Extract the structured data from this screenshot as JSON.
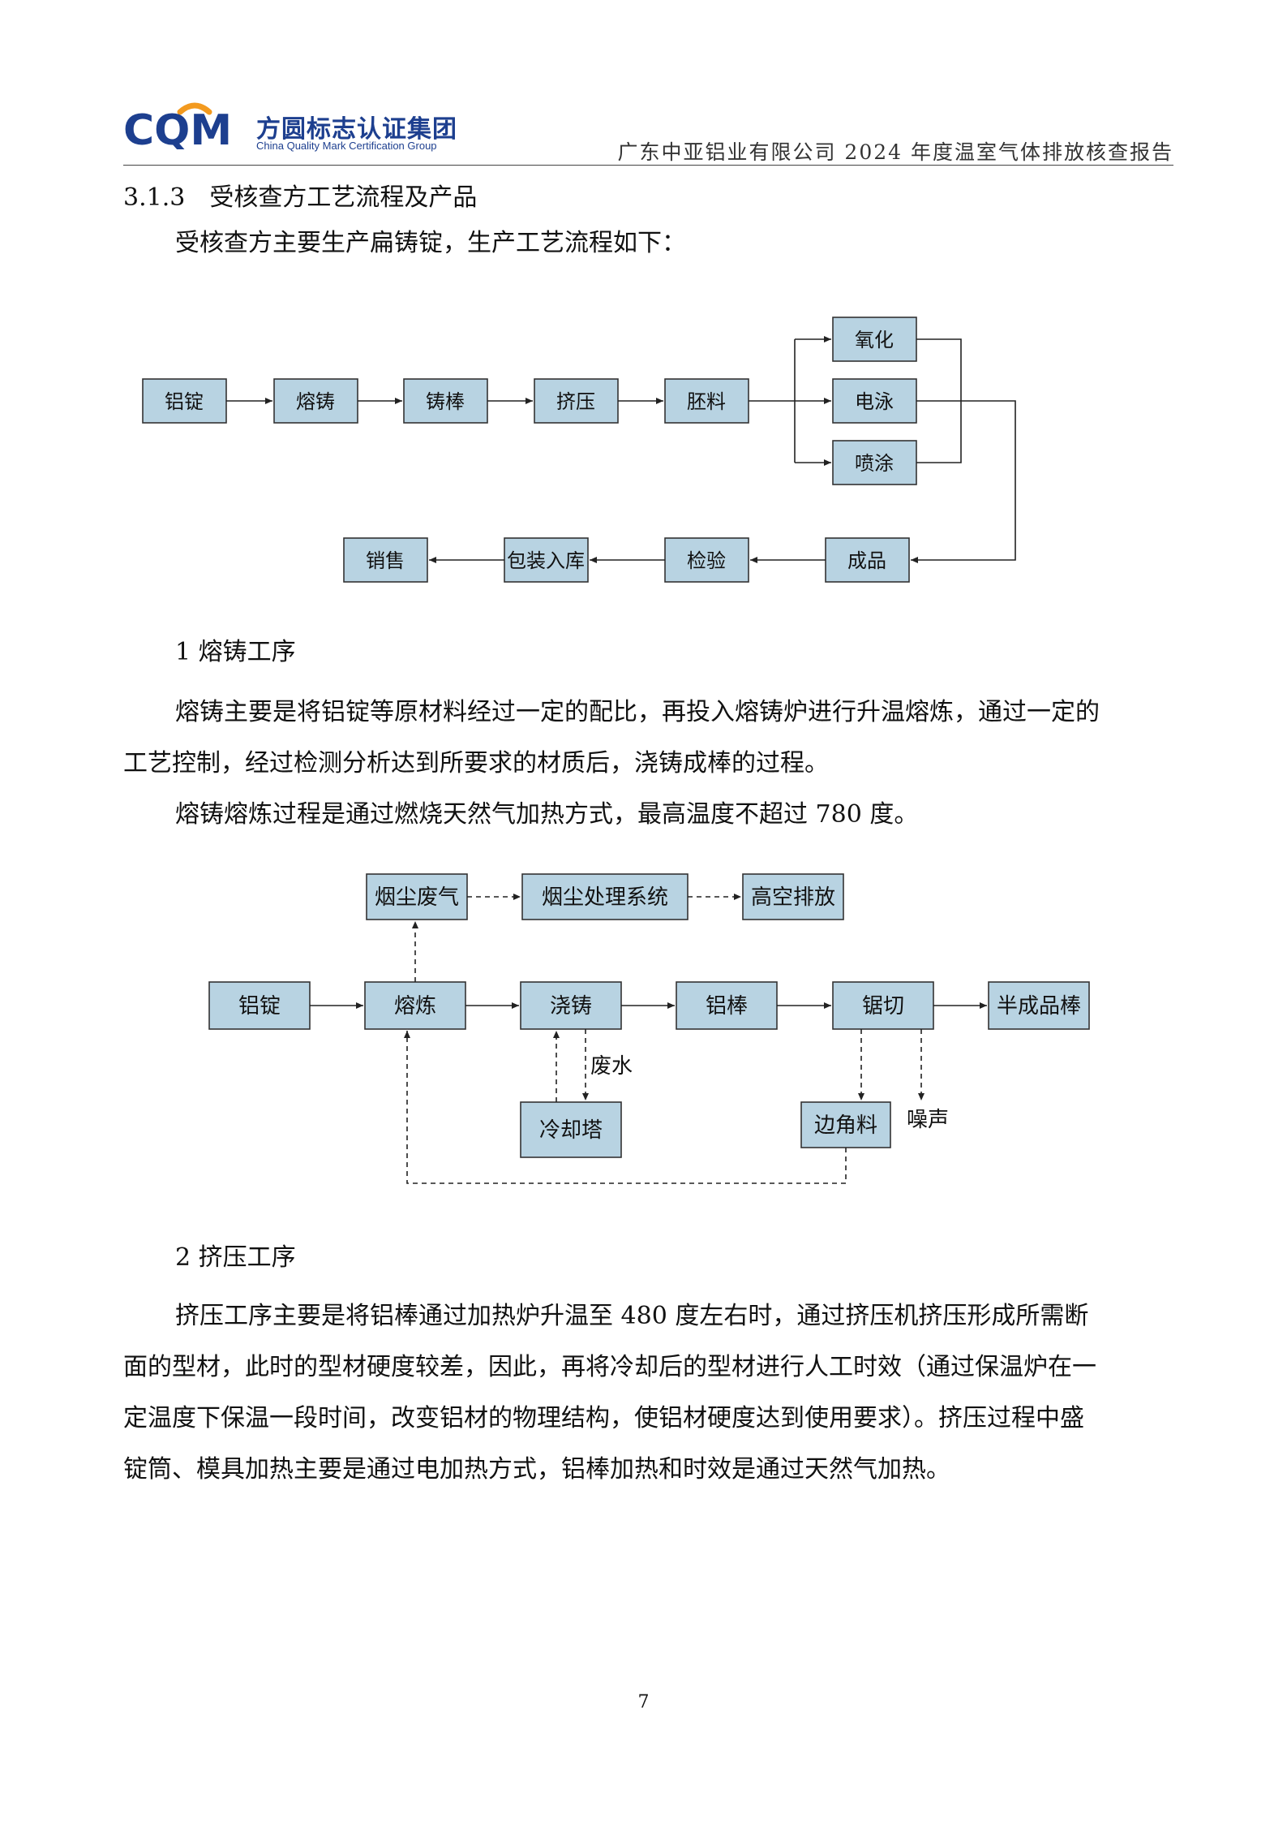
{
  "header": {
    "logo_letters": "CQM",
    "logo_cn": "方圆标志认证集团",
    "logo_en": "China Quality Mark Certification Group",
    "report_title": "广东中亚铝业有限公司 2024 年度温室气体排放核查报告",
    "colors": {
      "brand_blue": "#1d3f8f",
      "brand_orange": "#f39a1f"
    }
  },
  "section": {
    "number": "3.1.3",
    "title": "受核查方工艺流程及产品"
  },
  "intro": "受核查方主要生产扁铸锭，生产工艺流程如下：",
  "flow1": {
    "box_fill": "#b8d3e2",
    "nodes": {
      "ingot": "铝锭",
      "casting": "熔铸",
      "bar": "铸棒",
      "extrude": "挤压",
      "blank": "胚料",
      "oxidize": "氧化",
      "electro": "电泳",
      "spray": "喷涂",
      "product": "成品",
      "inspect": "检验",
      "pack": "包装入库",
      "sale": "销售"
    }
  },
  "process1": {
    "heading": "1  熔铸工序",
    "para_line1": "熔铸主要是将铝锭等原材料经过一定的配比，再投入熔铸炉进行升温熔炼，通过一定的",
    "para_line2": "工艺控制，经过检测分析达到所要求的材质后，浇铸成棒的过程。",
    "para2": "熔铸熔炼过程是通过燃烧天然气加热方式，最高温度不超过 780  度。"
  },
  "flow2": {
    "nodes": {
      "dust_gas": "烟尘废气",
      "dust_sys": "烟尘处理系统",
      "high_emit": "高空排放",
      "ingot": "铝锭",
      "smelt": "熔炼",
      "pour": "浇铸",
      "al_bar": "铝棒",
      "saw": "锯切",
      "semi": "半成品棒",
      "cool": "冷却塔",
      "scrap": "边角料"
    },
    "labels": {
      "waste_water": "废水",
      "noise": "噪声"
    }
  },
  "process2": {
    "heading": "2  挤压工序",
    "lines": [
      "挤压工序主要是将铝棒通过加热炉升温至 480  度左右时，通过挤压机挤压形成所需断",
      "面的型材，此时的型材硬度较差，因此，再将冷却后的型材进行人工时效（通过保温炉在一",
      "定温度下保温一段时间，改变铝材的物理结构，使铝材硬度达到使用要求）。挤压过程中盛",
      "锭筒、模具加热主要是通过电加热方式，铝棒加热和时效是通过天然气加热。"
    ]
  },
  "page_number": "7"
}
